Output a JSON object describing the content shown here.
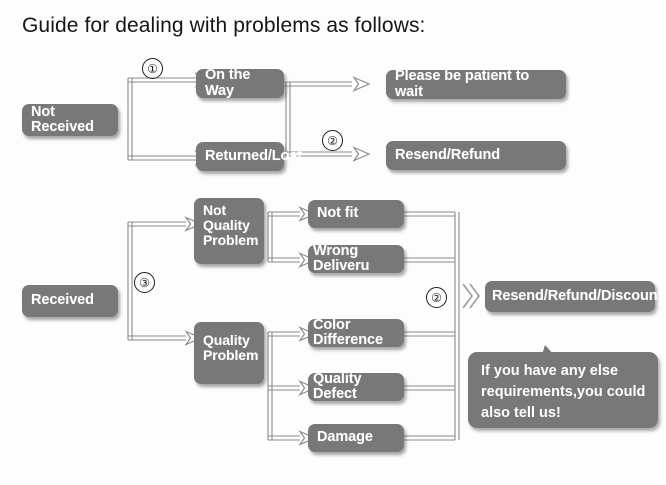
{
  "page": {
    "title": "Guide for dealing with problems as follows:",
    "background_color": "#fdfdfd",
    "node_fill_color": "#787878",
    "node_text_color": "#ffffff",
    "connector_color": "#8c8c8c",
    "title_color": "#161616"
  },
  "flow": {
    "not_received": {
      "root_label": "Not Received",
      "branch_marker": "①",
      "branches": [
        {
          "state_label": "On the Way",
          "result_label": "Please be patient to wait",
          "result_marker": ""
        },
        {
          "state_label": "Returned/Lost",
          "result_label": "Resend/Refund",
          "result_marker": "②"
        }
      ]
    },
    "received": {
      "root_label": "Received",
      "branch_marker": "③",
      "merge_marker": "②",
      "result_label": "Resend/Refund/Discount",
      "categories": [
        {
          "category_label_lines": [
            "Not",
            "Quality",
            "Problem"
          ],
          "issues": [
            "Not fit",
            "Wrong Deliveru"
          ]
        },
        {
          "category_label_lines": [
            "Quality",
            "Problem"
          ],
          "issues": [
            "Color Difference",
            "Quality Defect",
            "Damage"
          ]
        }
      ]
    }
  },
  "callout": {
    "lines": [
      "If you have any else",
      "requirements,you could",
      "also tell us!"
    ]
  }
}
